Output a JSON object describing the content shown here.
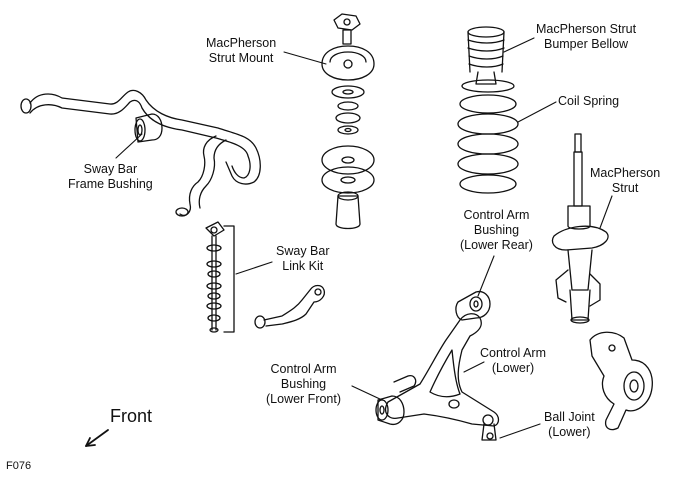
{
  "labels": {
    "strut_mount": [
      "MacPherson",
      "Strut Mount"
    ],
    "bumper_bellow": [
      "MacPherson Strut",
      "Bumper Bellow"
    ],
    "coil_spring": [
      "Coil Spring"
    ],
    "strut": [
      "MacPherson",
      "Strut"
    ],
    "frame_bushing": [
      "Sway Bar",
      "Frame Bushing"
    ],
    "link_kit": [
      "Sway Bar",
      "Link Kit"
    ],
    "ca_bushing_rear": [
      "Control Arm",
      "Bushing",
      "(Lower Rear)"
    ],
    "control_arm": [
      "Control Arm",
      "(Lower)"
    ],
    "ca_bushing_front": [
      "Control Arm",
      "Bushing",
      "(Lower Front)"
    ],
    "ball_joint": [
      "Ball Joint",
      "(Lower)"
    ],
    "front": "Front",
    "figure_code": "F076"
  },
  "colors": {
    "ink": "#111111",
    "paper": "#ffffff"
  },
  "icons": {
    "direction": "arrow-down-left-icon"
  }
}
